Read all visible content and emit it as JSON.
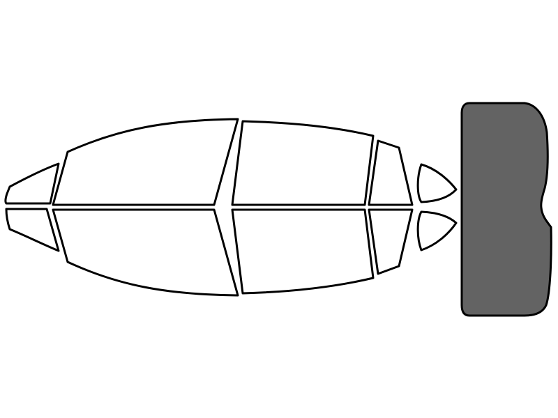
{
  "diagram": {
    "background_color": "#ffffff",
    "outline_color": "#000000",
    "clear_pane_color": "#ffffff",
    "tinted_pane_color": "#636363",
    "panes": [
      {
        "name": "left-front-quarter-window",
        "tinted": false
      },
      {
        "name": "left-front-door-window",
        "tinted": false
      },
      {
        "name": "left-rear-door-window",
        "tinted": false
      },
      {
        "name": "left-rear-quarter-window",
        "tinted": false
      },
      {
        "name": "left-rear-vent-window",
        "tinted": false
      },
      {
        "name": "right-front-quarter-window",
        "tinted": false
      },
      {
        "name": "right-front-door-window",
        "tinted": false
      },
      {
        "name": "right-rear-door-window",
        "tinted": false
      },
      {
        "name": "right-rear-quarter-window",
        "tinted": false
      },
      {
        "name": "right-rear-vent-window",
        "tinted": false
      },
      {
        "name": "rear-windshield",
        "tinted": true
      }
    ]
  }
}
